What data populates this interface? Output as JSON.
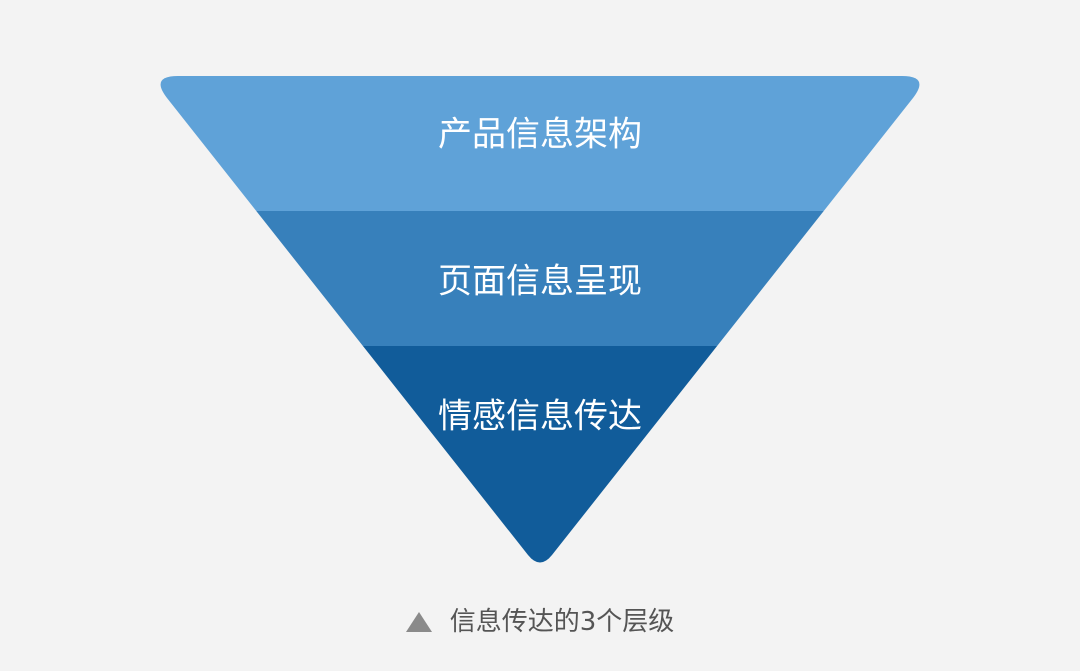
{
  "diagram": {
    "layers": [
      {
        "label": "产品信息架构",
        "color": "#5fa2d8"
      },
      {
        "label": "页面信息呈现",
        "color": "#3780bb"
      },
      {
        "label": "情感信息传达",
        "color": "#115c9a"
      }
    ]
  },
  "caption": {
    "icon": "triangle-up-icon",
    "text": "信息传达的3个层级"
  }
}
